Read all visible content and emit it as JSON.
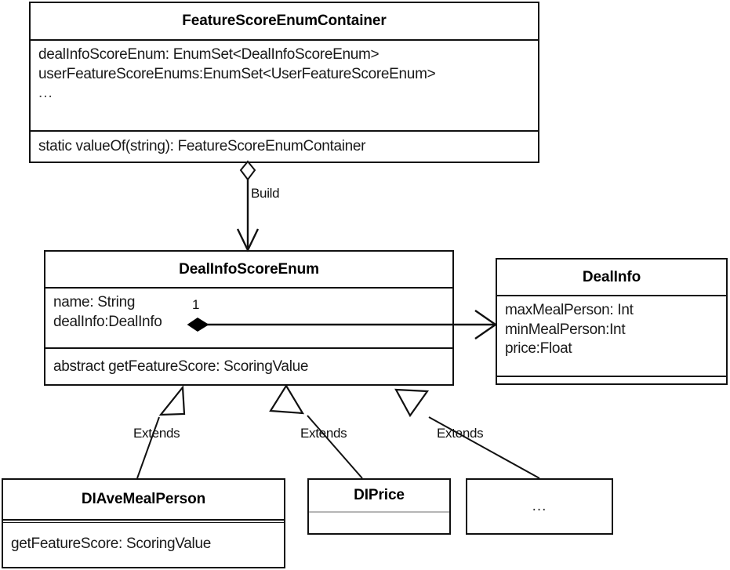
{
  "diagram": {
    "type": "uml-class-diagram",
    "background_color": "#ffffff",
    "line_color": "#111111",
    "light_line_color": "#b6b6b6"
  },
  "classes": [
    {
      "id": "feature-score-enum-container",
      "name": "FeatureScoreEnumContainer",
      "attributes": [
        "dealInfoScoreEnum: EnumSet<DealInfoScoreEnum>",
        "userFeatureScoreEnums:EnumSet<UserFeatureScoreEnum>",
        "..."
      ],
      "methods": [
        "static valueOf(string): FeatureScoreEnumContainer"
      ]
    },
    {
      "id": "deal-info-score-enum",
      "name": "DealInfoScoreEnum",
      "attributes": [
        "name: String",
        "dealInfo:DealInfo"
      ],
      "methods": [
        "abstract getFeatureScore: ScoringValue"
      ]
    },
    {
      "id": "deal-info",
      "name": "DealInfo",
      "attributes": [
        "maxMealPerson: Int",
        "minMealPerson:Int",
        "price:Float"
      ],
      "methods": []
    },
    {
      "id": "di-ave-meal-person",
      "name": "DIAveMealPerson",
      "attributes": [],
      "methods": [
        "getFeatureScore: ScoringValue"
      ]
    },
    {
      "id": "di-price",
      "name": "DIPrice",
      "attributes": [],
      "methods": []
    },
    {
      "id": "more-subclasses",
      "name": "",
      "ellipsis": "...",
      "attributes": [],
      "methods": []
    }
  ],
  "relationships": [
    {
      "id": "build",
      "label": "Build",
      "kind": "aggregation",
      "source": "feature-score-enum-container",
      "target": "deal-info-score-enum",
      "source_decoration": "hollow-diamond",
      "target_decoration": "open-arrow"
    },
    {
      "id": "deal-info-composition",
      "label": "",
      "multiplicity": "1",
      "kind": "composition",
      "source": "deal-info-score-enum",
      "target": "deal-info",
      "source_decoration": "filled-diamond",
      "target_decoration": "open-arrow"
    },
    {
      "id": "extends-ave-meal-person",
      "label": "Extends",
      "kind": "generalization",
      "source": "di-ave-meal-person",
      "target": "deal-info-score-enum",
      "target_decoration": "hollow-triangle"
    },
    {
      "id": "extends-price",
      "label": "Extends",
      "kind": "generalization",
      "source": "di-price",
      "target": "deal-info-score-enum",
      "target_decoration": "hollow-triangle"
    },
    {
      "id": "extends-more",
      "label": "Extends",
      "kind": "generalization",
      "source": "more-subclasses",
      "target": "deal-info-score-enum",
      "target_decoration": "hollow-triangle"
    }
  ]
}
